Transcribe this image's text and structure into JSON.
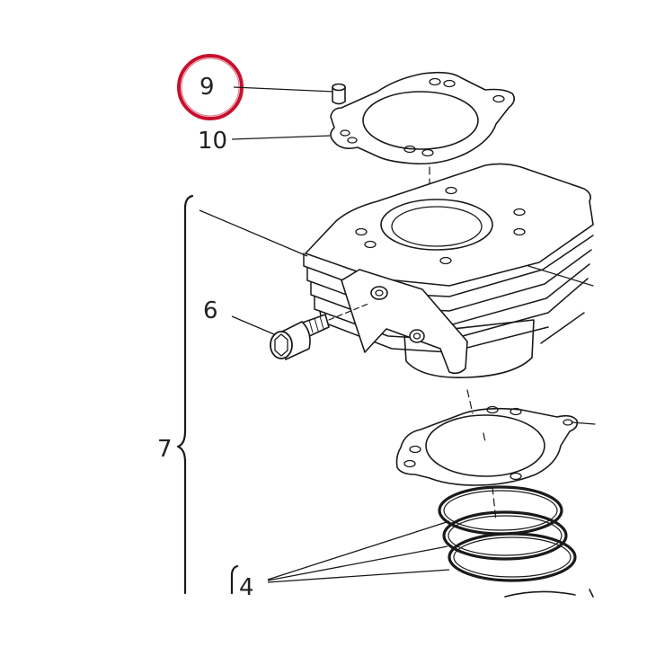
{
  "diagram": {
    "callouts": [
      {
        "id": "c9",
        "label": "9"
      },
      {
        "id": "c10",
        "label": "10"
      },
      {
        "id": "c6",
        "label": "6"
      },
      {
        "id": "c7",
        "label": "7"
      },
      {
        "id": "c4",
        "label": "4"
      }
    ],
    "highlight": {
      "label": "9",
      "color": "#c8102e"
    },
    "colors": {
      "line": "#1a1a1a",
      "background": "#ffffff"
    }
  }
}
